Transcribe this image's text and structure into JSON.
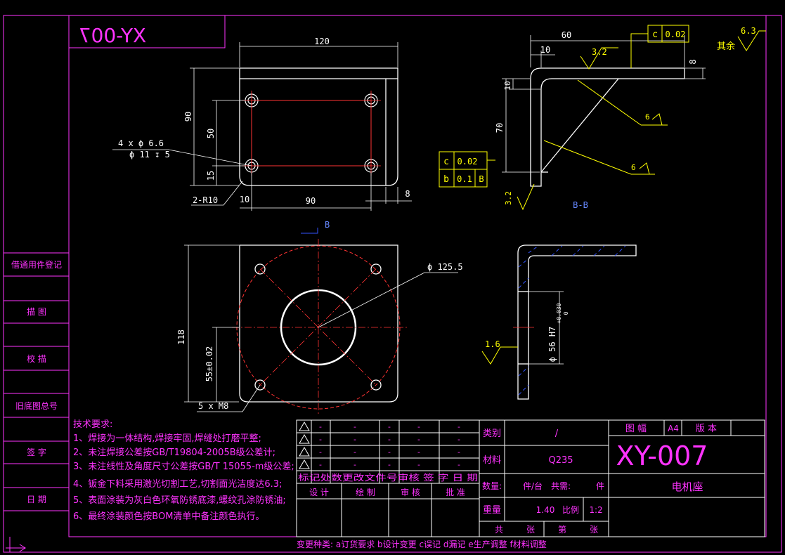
{
  "title_block": {
    "mirrored_code": "XY-007",
    "drawing_number": "XY-007",
    "part_name": "电机座",
    "material_label": "材料",
    "material_value": "Q235",
    "category_label": "类别",
    "category_value": "/",
    "quantity_label": "数量:",
    "per_set": "件/台",
    "total_label": "共需:",
    "total_unit": "件",
    "weight_label": "重量",
    "weight_value": "1.40",
    "scale_label": "比例",
    "scale_value": "1:2",
    "sheet_total": "共",
    "sheet_unit": "张",
    "sheet_no": "第",
    "sheet_no_unit": "张",
    "format_label": "图 幅",
    "format_value": "A4",
    "version_label": "版 本",
    "revision_header": "标记处数更改文件号审核 签 字 日 期",
    "rev_dash": "-",
    "sign_row": [
      "设 计",
      "绘 制",
      "审 核",
      "批 准"
    ],
    "change_types": "变更种类: a订货要求 b设计变更 c误记 d漏记 e生产调整 f材料调整"
  },
  "left_strip": [
    "借通用件登记",
    "描 图",
    "校 描",
    "旧底图总号",
    "签 字",
    "日 期"
  ],
  "tech_requirements": {
    "heading": "技术要求:",
    "items": [
      "1、焊接为一体结构,焊接牢固,焊缝处打磨平整;",
      "2、未注焊接公差按GB/T19804-2005B级公差计;",
      "3、未注线性及角度尺寸公差按GB/T 15055-m级公差;",
      "4、钣金下料采用激光切割工艺,切割面光洁度达6.3;",
      "5、表面涂装为灰白色环氧防锈底漆,螺纹孔涂防锈油;",
      "6、最终涂装颜色按BOM清单中备注颜色执行。"
    ]
  },
  "top_view": {
    "width": "120",
    "height": "90",
    "hole_spacing_y": "50",
    "edge_y": "15",
    "hole_spacing_x": "90",
    "edge_x": "10",
    "thickness": "8",
    "radius": "2-R10",
    "hole_callout": "4 x ϕ 6.6",
    "counterbore": "ϕ 11 ↧ 5"
  },
  "side_view": {
    "width": "60",
    "flange": "10",
    "thickness": "8",
    "short_leg": "10",
    "height": "70",
    "roughness_a": "3.2",
    "roughness_b": "3.2",
    "others_roughness": "6.3",
    "others_label": "其余",
    "weld_a": "6",
    "weld_b": "6",
    "tol_top_code": "c",
    "tol_top_value": "0.02",
    "tol_mid_c": "c",
    "tol_mid_c_value": "0.02",
    "tol_mid_b": "b",
    "tol_mid_b_value": "0.1",
    "tol_mid_b_ref": "B",
    "section_label": "B-B"
  },
  "front_view": {
    "section_marker": "B",
    "pcd": "ϕ 125.5",
    "height": "118",
    "hole_offset": "55±0.02",
    "thread": "5 x M8"
  },
  "section_view": {
    "bore": "ϕ 56 H7",
    "bore_tol_upper": "+0.030",
    "bore_tol_lower": "0",
    "roughness": "1.6"
  },
  "colors": {
    "frame": "#ff33ff",
    "geometry": "#ffffff",
    "annotation": "#ffff00",
    "centerline": "#ff3333",
    "hatch": "#3355ff"
  }
}
